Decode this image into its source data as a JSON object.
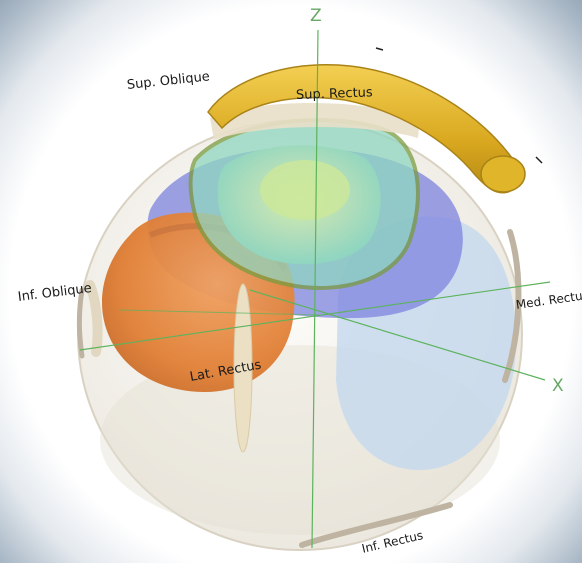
{
  "scene": {
    "axes": {
      "z": "Z",
      "x": "X"
    },
    "labels": {
      "sup_oblique": "Sup. Oblique",
      "sup_rectus": "Sup. Rectus",
      "inf_oblique": "Inf. Oblique",
      "med_rectus": "Med. Rectus",
      "lat_rectus": "Lat. Rectus",
      "inf_rectus": "Inf. Rectus"
    },
    "colors": {
      "sup_oblique": "#e3b52a",
      "lens": "#8fd6c0",
      "lateral_mass": "#e07f35",
      "medial_shell": "#c4d8ee",
      "orbit_band": "#7c83de",
      "axis_lines": "#5cb35c"
    }
  }
}
